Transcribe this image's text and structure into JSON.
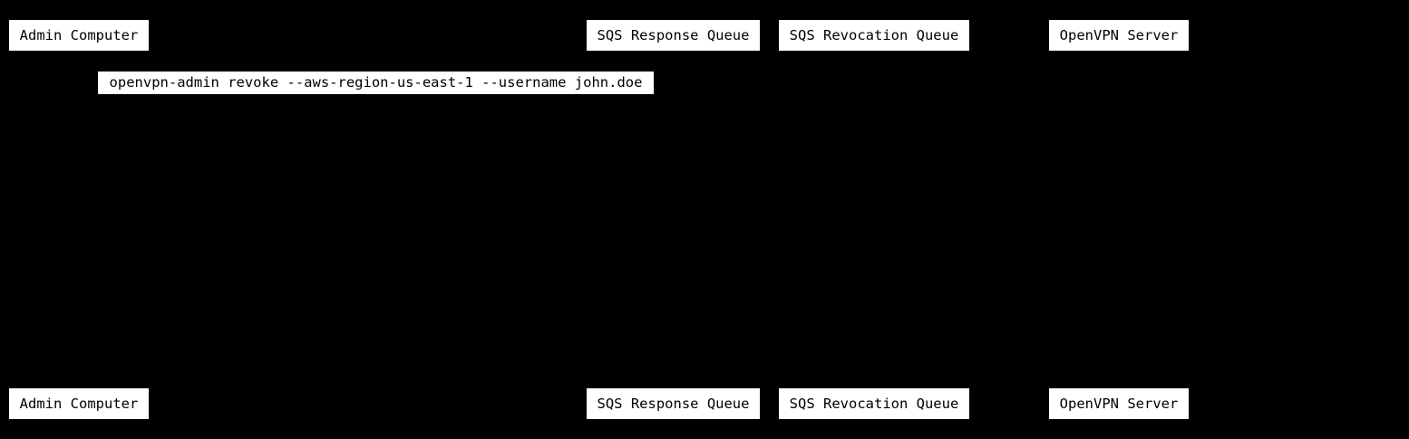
{
  "diagram": {
    "type": "sequence-diagram",
    "background_color": "#000000",
    "box_fill_color": "#ffffff",
    "box_text_color": "#000000",
    "participants": [
      "Admin Computer",
      "SQS Response Queue",
      "SQS Revocation Queue",
      "OpenVPN Server"
    ],
    "message": {
      "label": "openvpn-admin revoke --aws-region-us-east-1 --username john.doe"
    }
  }
}
